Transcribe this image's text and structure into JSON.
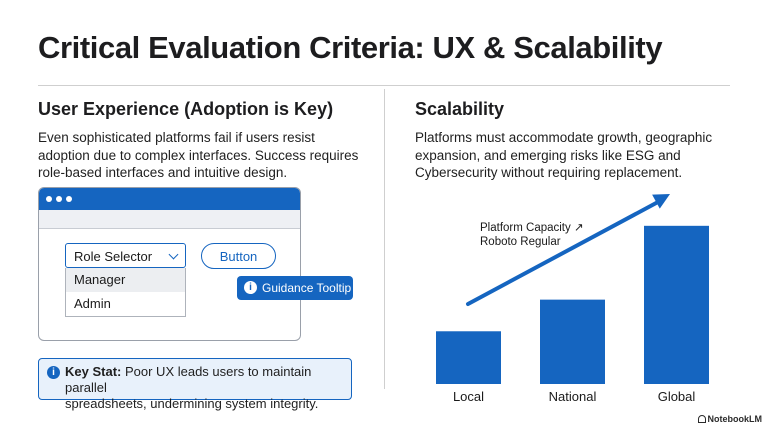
{
  "title": "Critical Evaluation Criteria: UX & Scalability",
  "left": {
    "heading": "User Experience (Adoption is Key)",
    "body_lines": [
      "Even sophisticated platforms fail if users resist",
      "adoption due to complex interfaces. Success requires",
      "role-based interfaces and intuitive design."
    ],
    "mock": {
      "select_label": "Role Selector",
      "options": [
        "Manager",
        "Admin"
      ],
      "button_label": "Button",
      "tooltip_label": "Guidance Tooltip",
      "accent": "#1565c0"
    },
    "stat": {
      "label": "Key Stat:",
      "line1": "Poor UX leads users to maintain parallel",
      "line2": "spreadsheets, undermining system integrity."
    }
  },
  "right": {
    "heading": "Scalability",
    "body_lines": [
      "Platforms must accommodate growth, geographic",
      "expansion, and emerging risks like ESG and",
      "Cybersecurity without requiring replacement."
    ]
  },
  "chart_data": {
    "type": "bar",
    "categories": [
      "Local",
      "National",
      "Global"
    ],
    "values": [
      1,
      1.6,
      3
    ],
    "ylim": [
      0,
      3.3
    ],
    "annotations": [
      "Platform Capacity ↗",
      "Roboto Regular"
    ],
    "color": "#1565c0",
    "grid": false
  },
  "brand": "NotebookLM"
}
